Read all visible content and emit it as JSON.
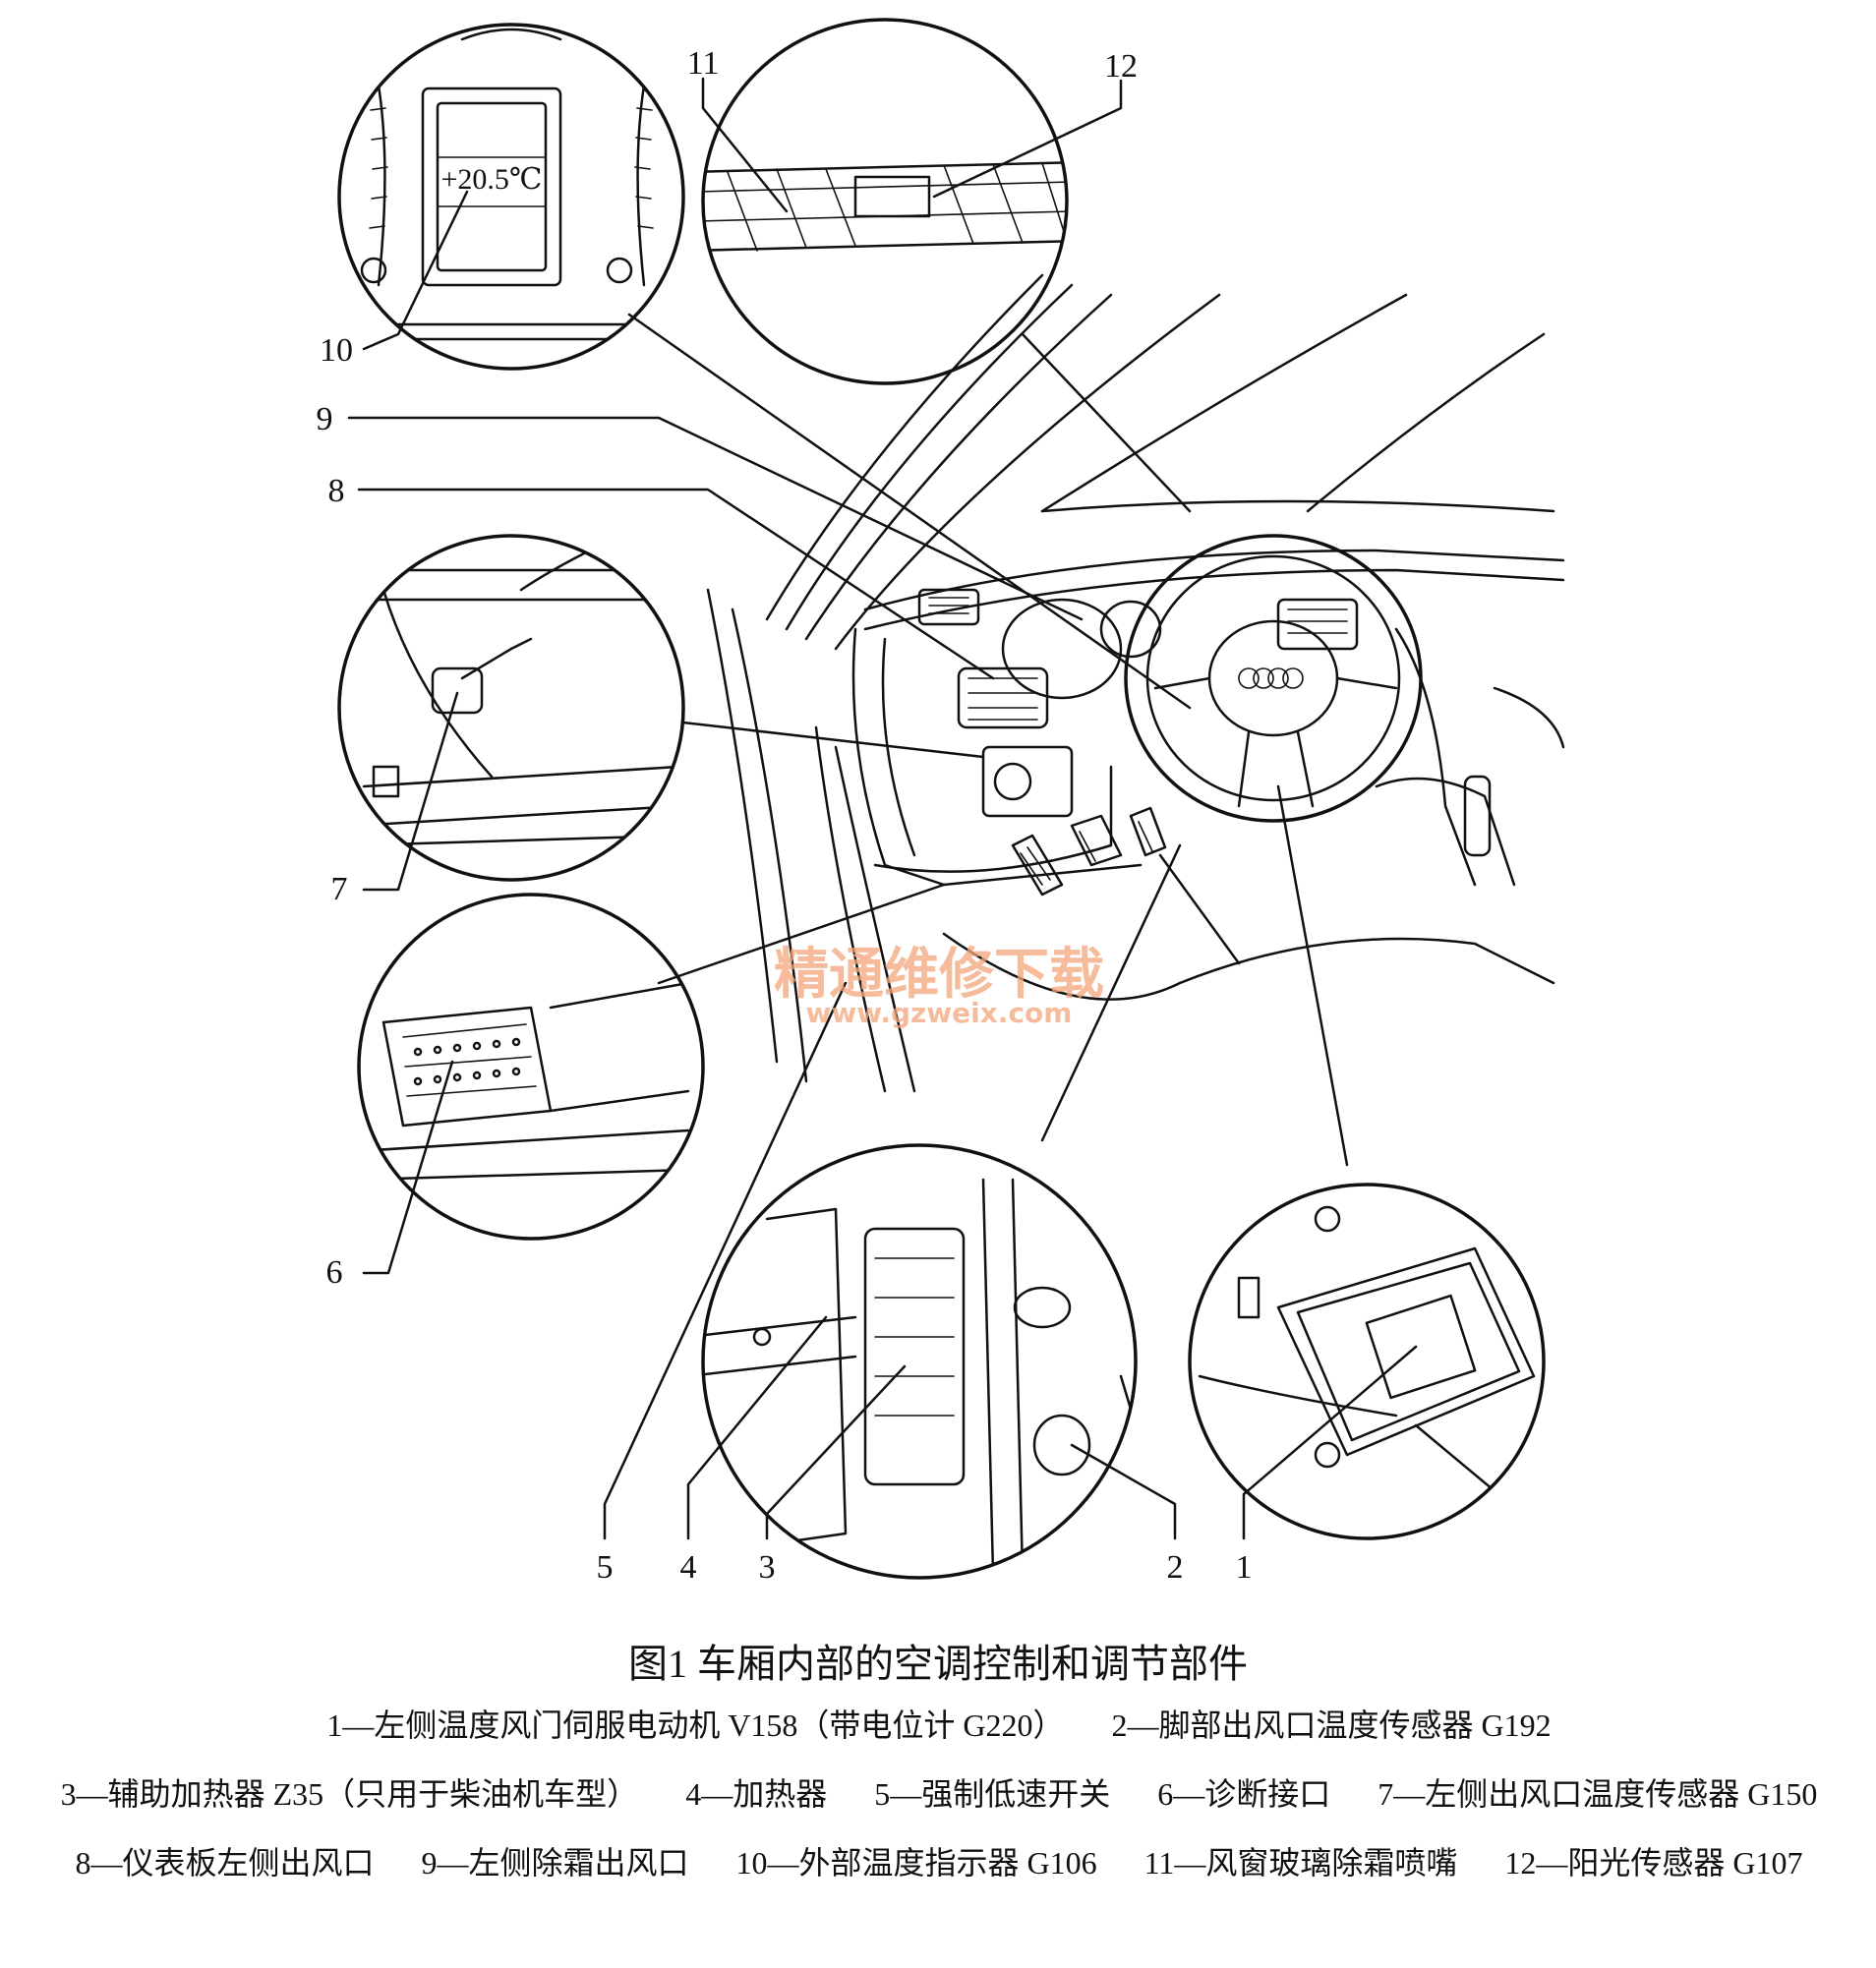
{
  "figure": {
    "caption": "图1  车厢内部的空调控制和调节部件",
    "display_temp": "+20.5℃",
    "callout_numbers": [
      "1",
      "2",
      "3",
      "4",
      "5",
      "6",
      "7",
      "8",
      "9",
      "10",
      "11",
      "12"
    ],
    "watermark": {
      "cn": "精通维修下载",
      "url": "www.gzweix.com",
      "color": "#f4a57a"
    },
    "brand_logo": "four-rings-logo"
  },
  "legend": [
    "1—左侧温度风门伺服电动机 V158（带电位计 G220）",
    "2—脚部出风口温度传感器 G192",
    "3—辅助加热器 Z35（只用于柴油机车型）",
    "4—加热器",
    "5—强制低速开关",
    "6—诊断接口",
    "7—左侧出风口温度传感器 G150",
    "8—仪表板左侧出风口",
    "9—左侧除霜出风口",
    "10—外部温度指示器 G106",
    "11—风窗玻璃除霜喷嘴",
    "12—阳光传感器 G107"
  ]
}
